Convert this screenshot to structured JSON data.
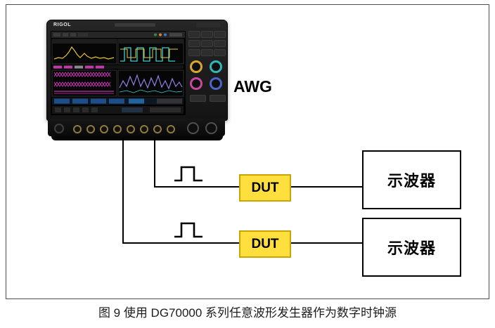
{
  "figure": {
    "caption": "图 9 使用 DG70000 系列任意波形发生器作为数字时钟源"
  },
  "awg": {
    "label": "AWG",
    "brand": "RIGOL"
  },
  "dut1": {
    "label": "DUT"
  },
  "dut2": {
    "label": "DUT"
  },
  "scope1": {
    "label": "示波器"
  },
  "scope2": {
    "label": "示波器"
  },
  "icons": {
    "pulse1": "square-pulse-icon",
    "pulse2": "square-pulse-icon"
  },
  "colors": {
    "dut_fill": "#ffdf3d",
    "dut_border": "#c9a402",
    "scope_border": "#000000",
    "line": "#000000"
  }
}
